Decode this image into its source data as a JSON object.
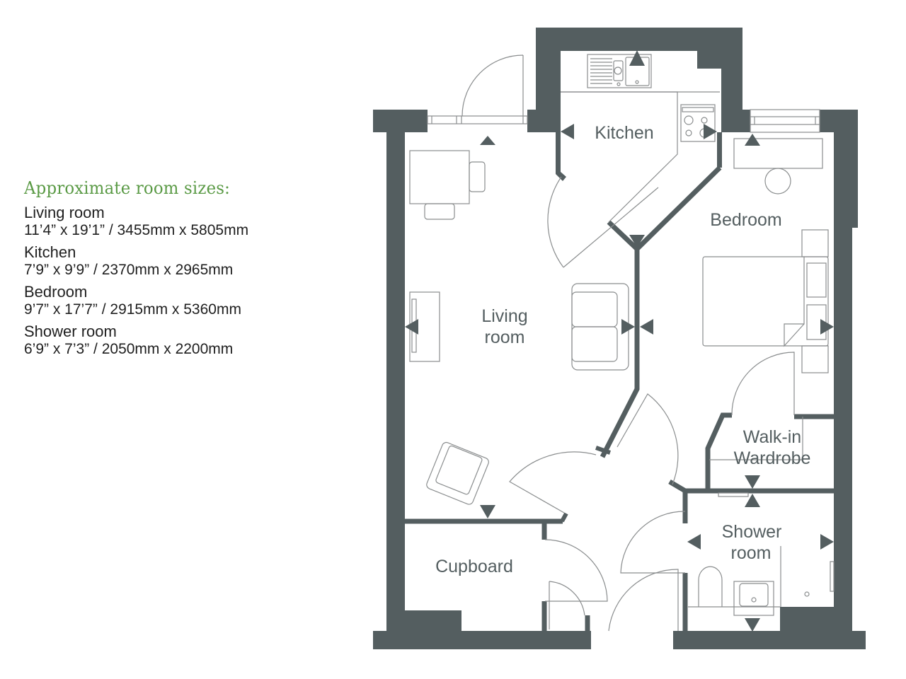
{
  "legend": {
    "title": "Approximate room sizes:",
    "title_color": "#5a9a45",
    "rooms": [
      {
        "name": "Living room",
        "size": "11’4” x 19’1” / 3455mm x 5805mm"
      },
      {
        "name": "Kitchen",
        "size": "7’9” x 9’9” / 2370mm x 2965mm"
      },
      {
        "name": "Bedroom",
        "size": "9’7” x 17’7” / 2915mm x 5360mm"
      },
      {
        "name": "Shower room",
        "size": "6’9” x 7’3” / 2050mm x 2200mm"
      }
    ]
  },
  "plan": {
    "wall_color": "#545e60",
    "labels": {
      "kitchen": "Kitchen",
      "living_line1": "Living",
      "living_line2": "room",
      "bedroom": "Bedroom",
      "wardrobe_line1": "Walk-in",
      "wardrobe_line2": "Wardrobe",
      "shower_line1": "Shower",
      "shower_line2": "room",
      "cupboard": "Cupboard"
    }
  }
}
